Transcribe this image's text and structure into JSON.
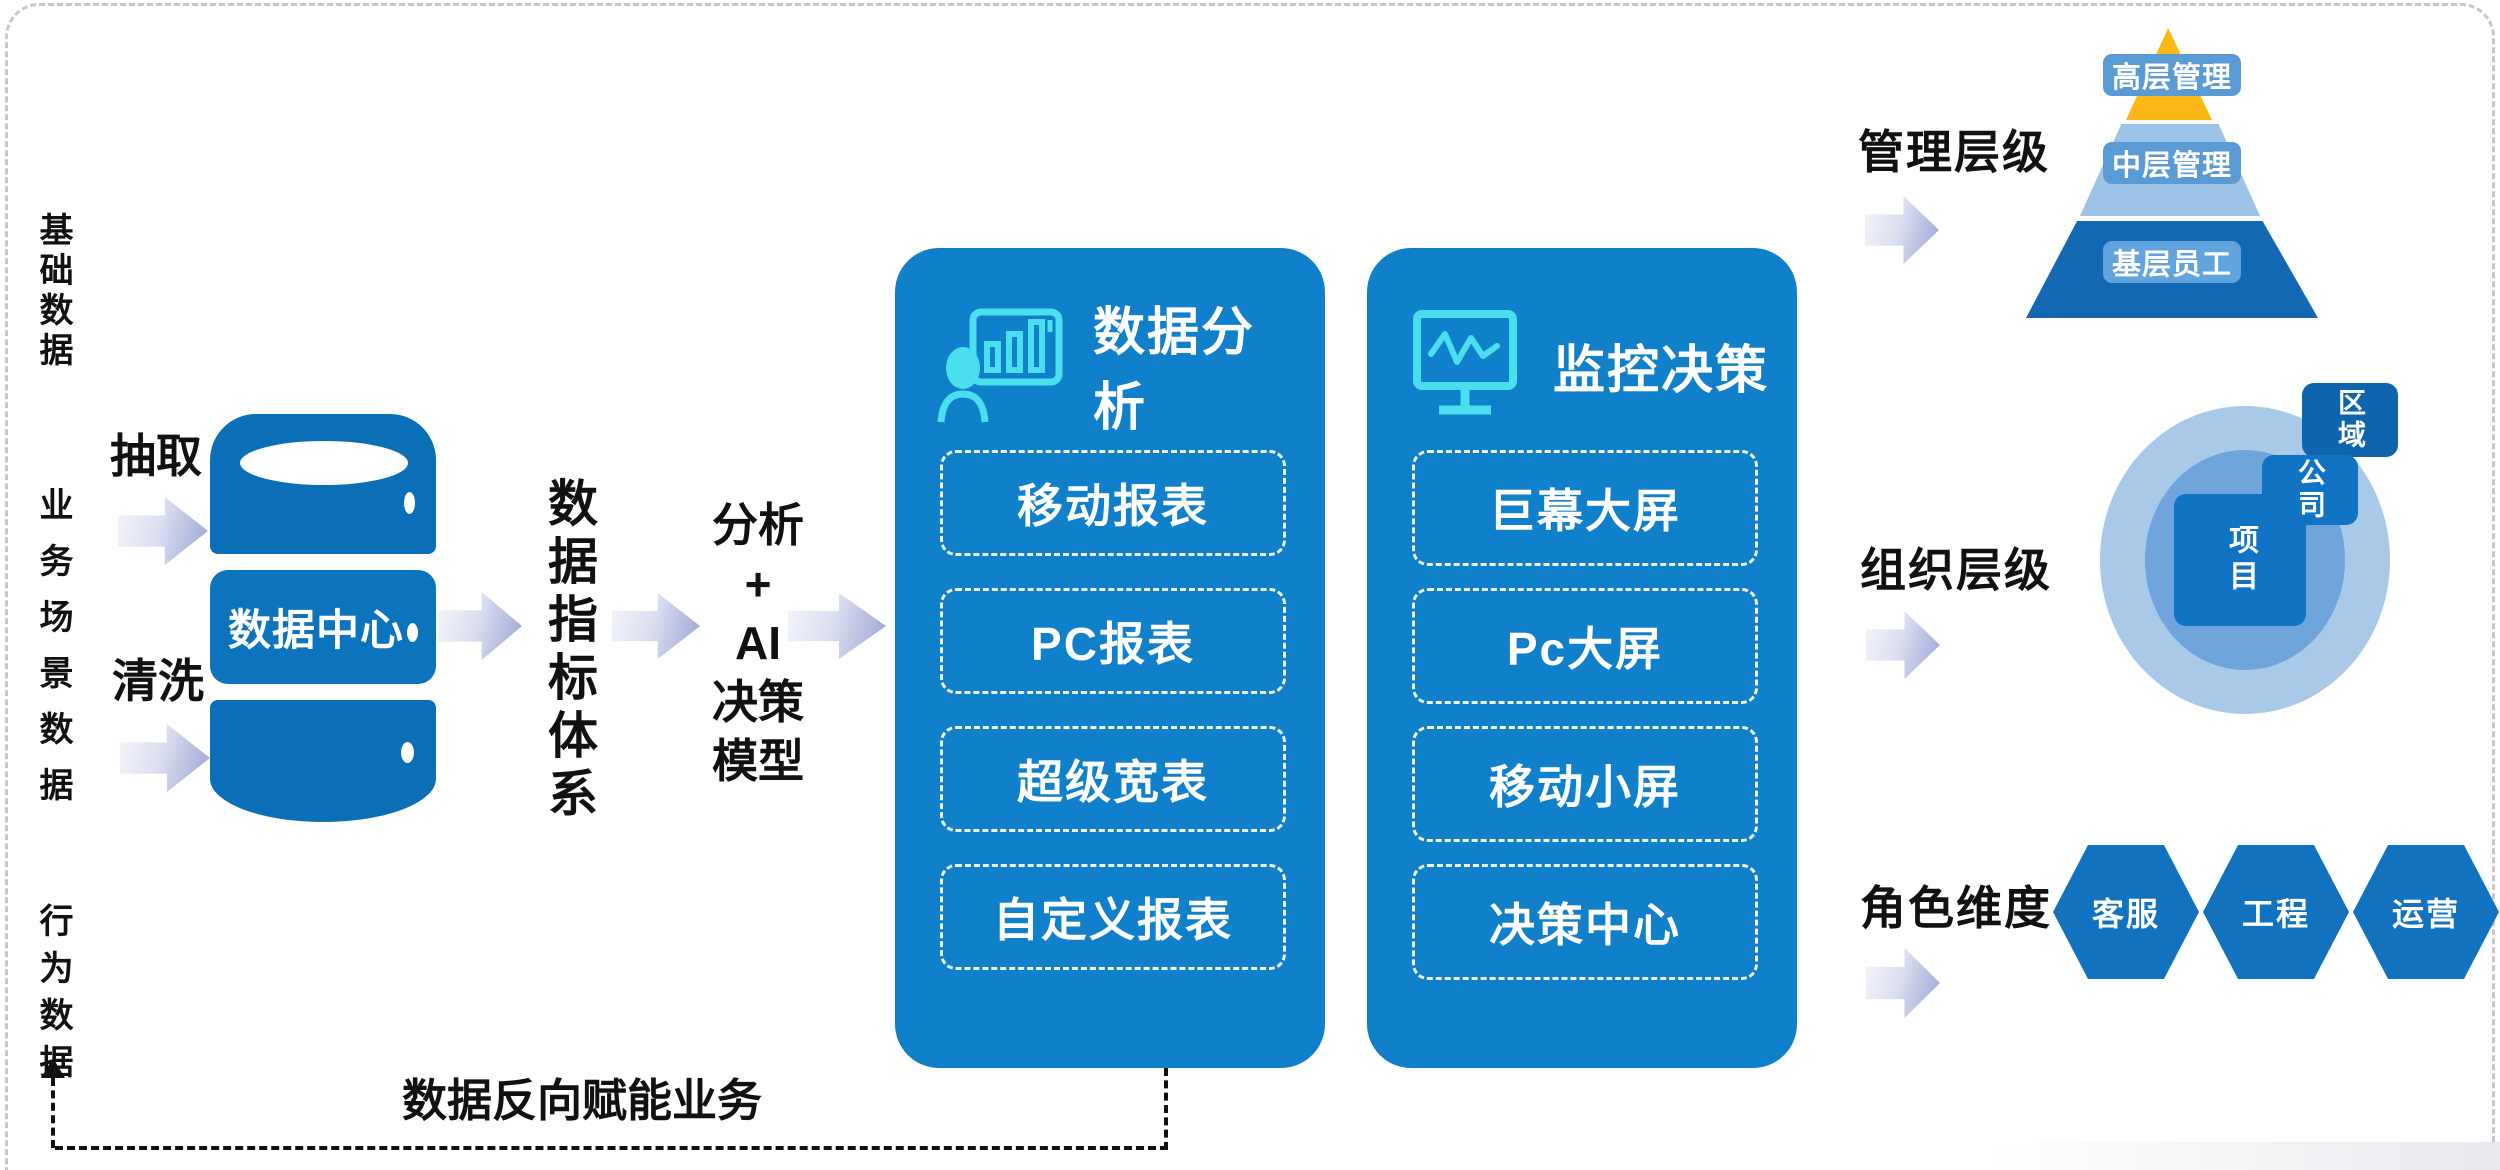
{
  "colors": {
    "panel_blue": "#0f80c9",
    "cylinder_blue": "#0a6fb6",
    "hexagon_blue": "#1173c0",
    "pyramid_yellow": "#fbb817",
    "pyramid_light_blue": "#9dc3e6",
    "pyramid_dark_blue": "#1268b3",
    "label_box_blue": "#5b9bd5",
    "ring_outer": "#a9c9e9",
    "ring_middle": "#6fa5da",
    "ring_inner": "#1173c4",
    "icon_cyan": "#4adeef",
    "arrow_gradient_end": "#99a3d4",
    "border_gray": "#c7c7c9"
  },
  "left_sources": {
    "items": [
      "基础数据",
      "业务场景数据",
      "行为数据"
    ]
  },
  "etl": {
    "extract_label": "抽取",
    "clean_label": "清洗",
    "datacenter_label": "数据中心"
  },
  "flow": {
    "indicator_label": "数据指标体系",
    "model_lines": [
      "分析",
      "+",
      "AI",
      "决策",
      "模型"
    ]
  },
  "panels": [
    {
      "title": "数据分析",
      "icon": "presenter-chart-icon",
      "items": [
        "移动报表",
        "PC报表",
        "超级宽表",
        "自定义报表"
      ]
    },
    {
      "title": "监控决策",
      "icon": "monitor-pulse-icon",
      "items": [
        "巨幕大屏",
        "Pc大屏",
        "移动小屏",
        "决策中心"
      ]
    }
  ],
  "feedback": {
    "label": "数据反向赋能业务"
  },
  "management": {
    "heading": "管理层级",
    "levels": [
      "高层管理",
      "中层管理",
      "基层员工"
    ]
  },
  "organization": {
    "heading": "组织层级",
    "rings": [
      "区域",
      "公司",
      "项目"
    ]
  },
  "roles": {
    "heading": "角色维度",
    "items": [
      "客服",
      "工程",
      "运营"
    ]
  }
}
